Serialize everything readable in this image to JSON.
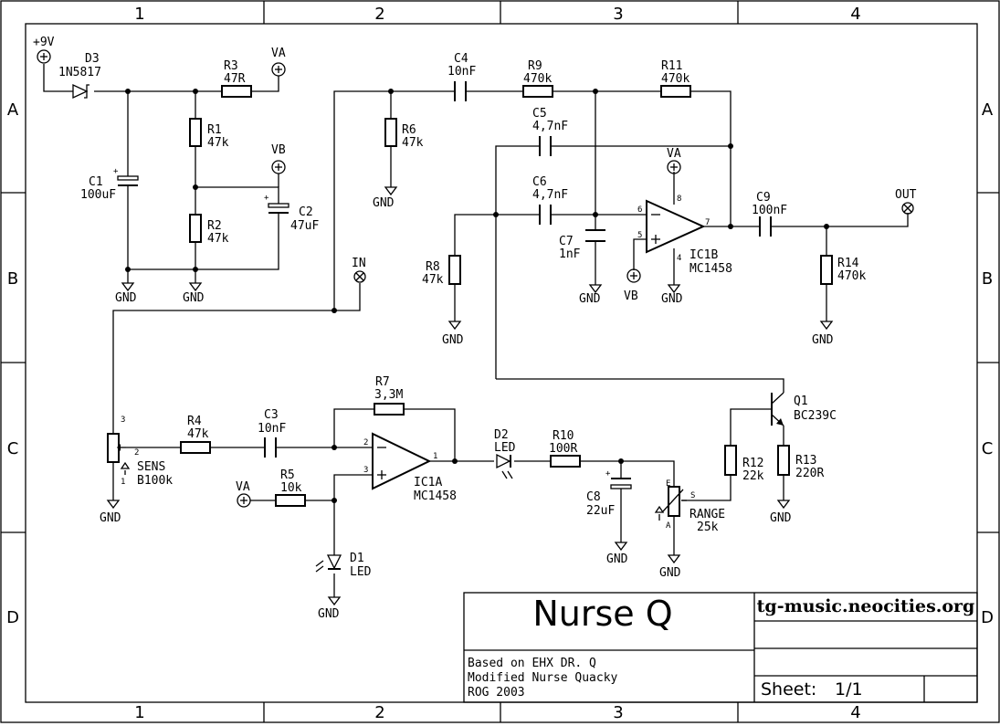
{
  "title_block": {
    "title": "Nurse Q",
    "website": "tg-music.neocities.org",
    "notes": [
      "Based on EHX DR. Q",
      "Modified Nurse Quacky",
      "ROG 2003"
    ],
    "sheet_label": "Sheet:",
    "sheet_value": "1/1"
  },
  "frame": {
    "columns": [
      "1",
      "2",
      "3",
      "4"
    ],
    "rows": [
      "A",
      "B",
      "C",
      "D"
    ]
  },
  "supplies": {
    "v9": "+9V",
    "va": "VA",
    "vb": "VB",
    "gnd": "GND",
    "in": "IN",
    "out": "OUT"
  },
  "components": {
    "D3": {
      "ref": "D3",
      "value": "1N5817"
    },
    "R3": {
      "ref": "R3",
      "value": "47R"
    },
    "R1": {
      "ref": "R1",
      "value": "47k"
    },
    "R2": {
      "ref": "R2",
      "value": "47k"
    },
    "C1": {
      "ref": "C1",
      "value": "100uF"
    },
    "C2": {
      "ref": "C2",
      "value": "47uF"
    },
    "R6": {
      "ref": "R6",
      "value": "47k"
    },
    "C4": {
      "ref": "C4",
      "value": "10nF"
    },
    "R9": {
      "ref": "R9",
      "value": "470k"
    },
    "R11": {
      "ref": "R11",
      "value": "470k"
    },
    "C5": {
      "ref": "C5",
      "value": "4,7nF"
    },
    "C6": {
      "ref": "C6",
      "value": "4,7nF"
    },
    "C7": {
      "ref": "C7",
      "value": "1nF"
    },
    "R8": {
      "ref": "R8",
      "value": "47k"
    },
    "IC1B": {
      "ref": "IC1B",
      "value": "MC1458"
    },
    "C9": {
      "ref": "C9",
      "value": "100nF"
    },
    "R14": {
      "ref": "R14",
      "value": "470k"
    },
    "SENS": {
      "ref": "SENS",
      "value": "B100k"
    },
    "R4": {
      "ref": "R4",
      "value": "47k"
    },
    "C3": {
      "ref": "C3",
      "value": "10nF"
    },
    "R7": {
      "ref": "R7",
      "value": "3,3M"
    },
    "IC1A": {
      "ref": "IC1A",
      "value": "MC1458"
    },
    "R5": {
      "ref": "R5",
      "value": "10k"
    },
    "D1": {
      "ref": "D1",
      "value": "LED"
    },
    "D2": {
      "ref": "D2",
      "value": "LED"
    },
    "R10": {
      "ref": "R10",
      "value": "100R"
    },
    "C8": {
      "ref": "C8",
      "value": "22uF"
    },
    "RANGE": {
      "ref": "RANGE",
      "value": "25k"
    },
    "R12": {
      "ref": "R12",
      "value": "22k"
    },
    "Q1": {
      "ref": "Q1",
      "value": "BC239C"
    },
    "R13": {
      "ref": "R13",
      "value": "220R"
    }
  },
  "pins": {
    "ic1b_6": "6",
    "ic1b_5": "5",
    "ic1b_7": "7",
    "ic1b_8": "8",
    "ic1b_4": "4",
    "ic1a_2": "2",
    "ic1a_3": "3",
    "ic1a_1": "1",
    "sens_3": "3",
    "sens_2": "2",
    "sens_1": "1",
    "range_s": "S",
    "range_e": "E",
    "range_a": "A"
  }
}
